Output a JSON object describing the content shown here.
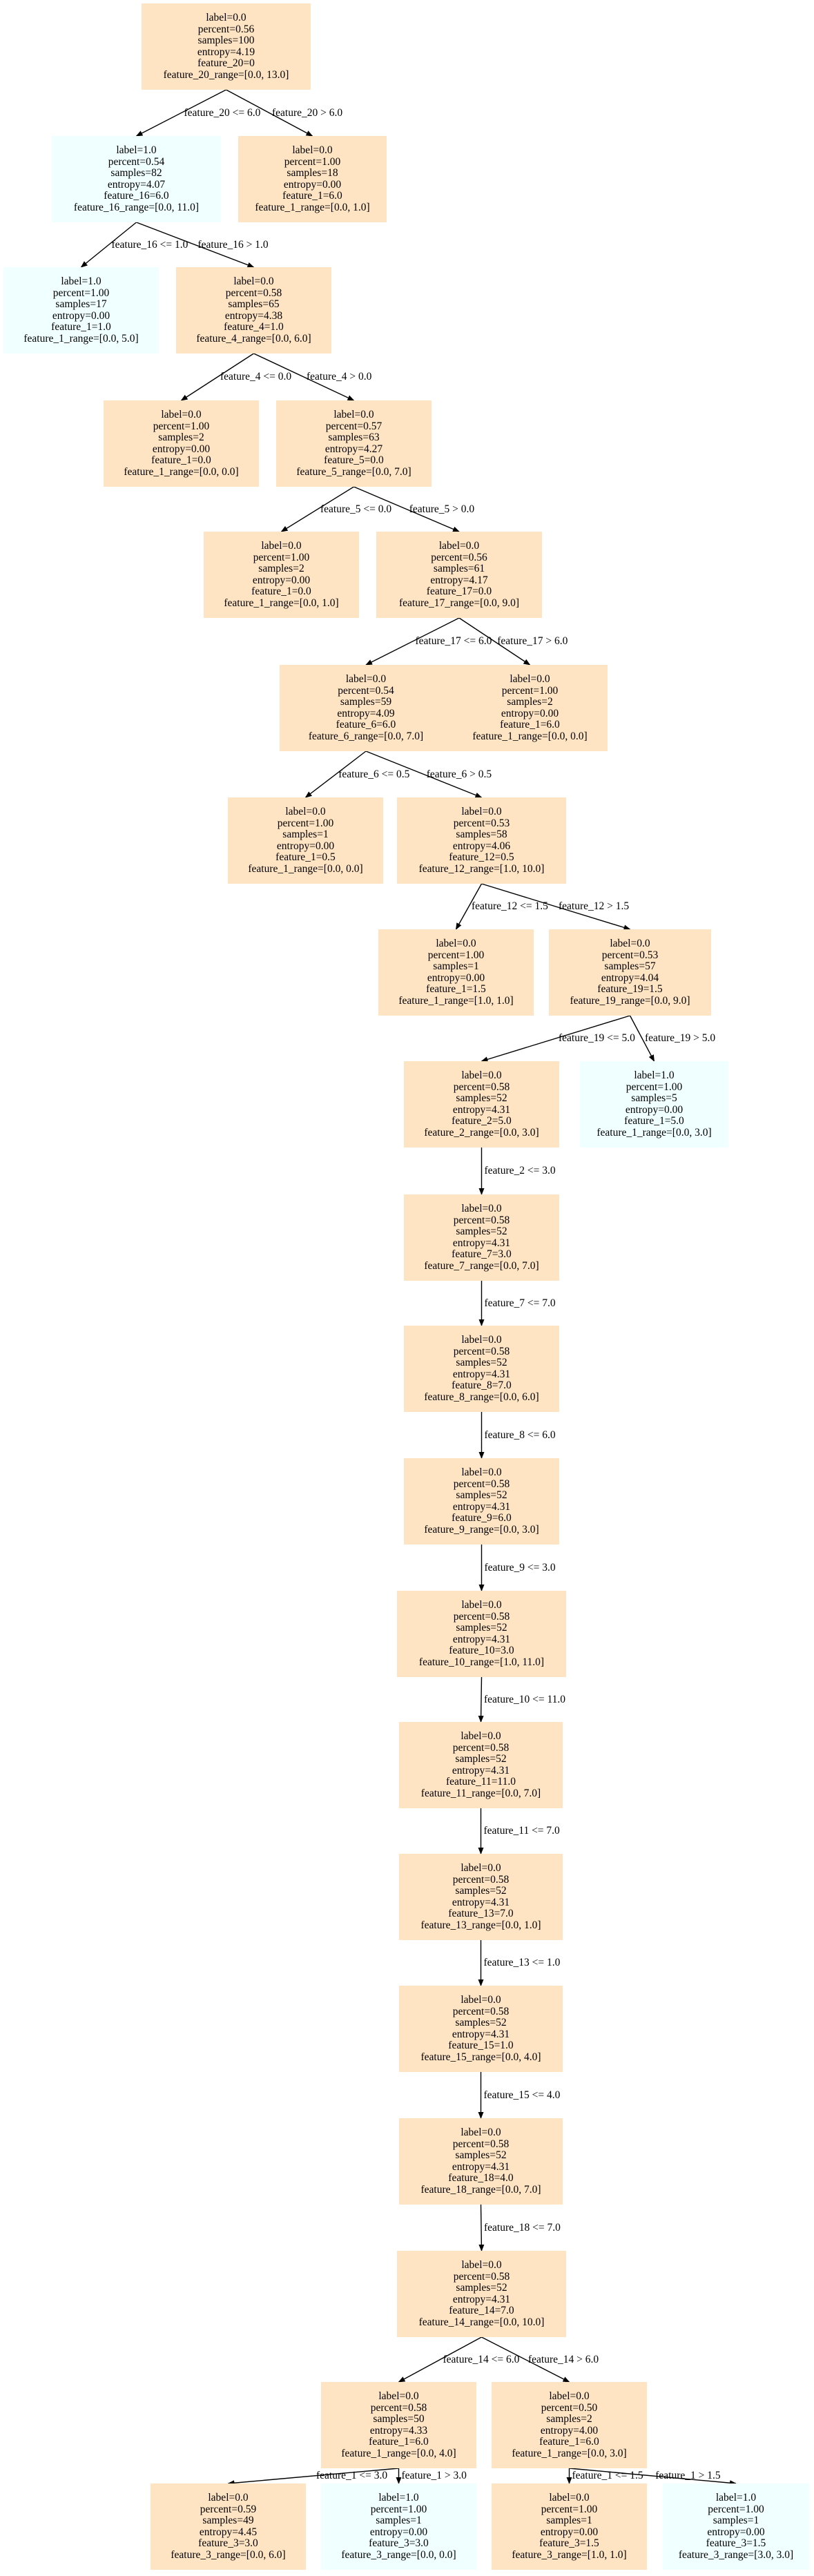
{
  "nodes": [
    {
      "id": "n0",
      "label_class": 0,
      "lines": [
        "label=0.0",
        "percent=0.56",
        "samples=100",
        "entropy=4.19",
        "feature_20=0",
        "feature_20_range=[0.0, 13.0]"
      ]
    },
    {
      "id": "n1",
      "label_class": 1,
      "lines": [
        "label=1.0",
        "percent=0.54",
        "samples=82",
        "entropy=4.07",
        "feature_16=6.0",
        "feature_16_range=[0.0, 11.0]"
      ]
    },
    {
      "id": "n2",
      "label_class": 0,
      "lines": [
        "label=0.0",
        "percent=1.00",
        "samples=18",
        "entropy=0.00",
        "feature_1=6.0",
        "feature_1_range=[0.0, 1.0]"
      ]
    },
    {
      "id": "n3",
      "label_class": 1,
      "lines": [
        "label=1.0",
        "percent=1.00",
        "samples=17",
        "entropy=0.00",
        "feature_1=1.0",
        "feature_1_range=[0.0, 5.0]"
      ]
    },
    {
      "id": "n4",
      "label_class": 0,
      "lines": [
        "label=0.0",
        "percent=0.58",
        "samples=65",
        "entropy=4.38",
        "feature_4=1.0",
        "feature_4_range=[0.0, 6.0]"
      ]
    },
    {
      "id": "n5",
      "label_class": 0,
      "lines": [
        "label=0.0",
        "percent=1.00",
        "samples=2",
        "entropy=0.00",
        "feature_1=0.0",
        "feature_1_range=[0.0, 0.0]"
      ]
    },
    {
      "id": "n6",
      "label_class": 0,
      "lines": [
        "label=0.0",
        "percent=0.57",
        "samples=63",
        "entropy=4.27",
        "feature_5=0.0",
        "feature_5_range=[0.0, 7.0]"
      ]
    },
    {
      "id": "n7",
      "label_class": 0,
      "lines": [
        "label=0.0",
        "percent=1.00",
        "samples=2",
        "entropy=0.00",
        "feature_1=0.0",
        "feature_1_range=[0.0, 1.0]"
      ]
    },
    {
      "id": "n8",
      "label_class": 0,
      "lines": [
        "label=0.0",
        "percent=0.56",
        "samples=61",
        "entropy=4.17",
        "feature_17=0.0",
        "feature_17_range=[0.0, 9.0]"
      ]
    },
    {
      "id": "n9",
      "label_class": 0,
      "lines": [
        "label=0.0",
        "percent=0.54",
        "samples=59",
        "entropy=4.09",
        "feature_6=6.0",
        "feature_6_range=[0.0, 7.0]"
      ]
    },
    {
      "id": "n10",
      "label_class": 0,
      "lines": [
        "label=0.0",
        "percent=1.00",
        "samples=2",
        "entropy=0.00",
        "feature_1=6.0",
        "feature_1_range=[0.0, 0.0]"
      ]
    },
    {
      "id": "n11",
      "label_class": 0,
      "lines": [
        "label=0.0",
        "percent=1.00",
        "samples=1",
        "entropy=0.00",
        "feature_1=0.5",
        "feature_1_range=[0.0, 0.0]"
      ]
    },
    {
      "id": "n12",
      "label_class": 0,
      "lines": [
        "label=0.0",
        "percent=0.53",
        "samples=58",
        "entropy=4.06",
        "feature_12=0.5",
        "feature_12_range=[1.0, 10.0]"
      ]
    },
    {
      "id": "n13",
      "label_class": 0,
      "lines": [
        "label=0.0",
        "percent=1.00",
        "samples=1",
        "entropy=0.00",
        "feature_1=1.5",
        "feature_1_range=[1.0, 1.0]"
      ]
    },
    {
      "id": "n14",
      "label_class": 0,
      "lines": [
        "label=0.0",
        "percent=0.53",
        "samples=57",
        "entropy=4.04",
        "feature_19=1.5",
        "feature_19_range=[0.0, 9.0]"
      ]
    },
    {
      "id": "n15",
      "label_class": 0,
      "lines": [
        "label=0.0",
        "percent=0.58",
        "samples=52",
        "entropy=4.31",
        "feature_2=5.0",
        "feature_2_range=[0.0, 3.0]"
      ]
    },
    {
      "id": "n16",
      "label_class": 1,
      "lines": [
        "label=1.0",
        "percent=1.00",
        "samples=5",
        "entropy=0.00",
        "feature_1=5.0",
        "feature_1_range=[0.0, 3.0]"
      ]
    },
    {
      "id": "n17",
      "label_class": 0,
      "lines": [
        "label=0.0",
        "percent=0.58",
        "samples=52",
        "entropy=4.31",
        "feature_7=3.0",
        "feature_7_range=[0.0, 7.0]"
      ]
    },
    {
      "id": "n18",
      "label_class": 0,
      "lines": [
        "label=0.0",
        "percent=0.58",
        "samples=52",
        "entropy=4.31",
        "feature_8=7.0",
        "feature_8_range=[0.0, 6.0]"
      ]
    },
    {
      "id": "n19",
      "label_class": 0,
      "lines": [
        "label=0.0",
        "percent=0.58",
        "samples=52",
        "entropy=4.31",
        "feature_9=6.0",
        "feature_9_range=[0.0, 3.0]"
      ]
    },
    {
      "id": "n20",
      "label_class": 0,
      "lines": [
        "label=0.0",
        "percent=0.58",
        "samples=52",
        "entropy=4.31",
        "feature_10=3.0",
        "feature_10_range=[1.0, 11.0]"
      ]
    },
    {
      "id": "n21",
      "label_class": 0,
      "lines": [
        "label=0.0",
        "percent=0.58",
        "samples=52",
        "entropy=4.31",
        "feature_11=11.0",
        "feature_11_range=[0.0, 7.0]"
      ]
    },
    {
      "id": "n22",
      "label_class": 0,
      "lines": [
        "label=0.0",
        "percent=0.58",
        "samples=52",
        "entropy=4.31",
        "feature_13=7.0",
        "feature_13_range=[0.0, 1.0]"
      ]
    },
    {
      "id": "n23",
      "label_class": 0,
      "lines": [
        "label=0.0",
        "percent=0.58",
        "samples=52",
        "entropy=4.31",
        "feature_15=1.0",
        "feature_15_range=[0.0, 4.0]"
      ]
    },
    {
      "id": "n24",
      "label_class": 0,
      "lines": [
        "label=0.0",
        "percent=0.58",
        "samples=52",
        "entropy=4.31",
        "feature_18=4.0",
        "feature_18_range=[0.0, 7.0]"
      ]
    },
    {
      "id": "n25",
      "label_class": 0,
      "lines": [
        "label=0.0",
        "percent=0.58",
        "samples=52",
        "entropy=4.31",
        "feature_14=7.0",
        "feature_14_range=[0.0, 10.0]"
      ]
    },
    {
      "id": "n26",
      "label_class": 0,
      "lines": [
        "label=0.0",
        "percent=0.58",
        "samples=50",
        "entropy=4.33",
        "feature_1=6.0",
        "feature_1_range=[0.0, 4.0]"
      ]
    },
    {
      "id": "n27",
      "label_class": 0,
      "lines": [
        "label=0.0",
        "percent=0.50",
        "samples=2",
        "entropy=4.00",
        "feature_1=6.0",
        "feature_1_range=[0.0, 3.0]"
      ]
    },
    {
      "id": "n28",
      "label_class": 0,
      "lines": [
        "label=0.0",
        "percent=0.59",
        "samples=49",
        "entropy=4.45",
        "feature_3=3.0",
        "feature_3_range=[0.0, 6.0]"
      ]
    },
    {
      "id": "n29",
      "label_class": 1,
      "lines": [
        "label=1.0",
        "percent=1.00",
        "samples=1",
        "entropy=0.00",
        "feature_3=3.0",
        "feature_3_range=[0.0, 0.0]"
      ]
    },
    {
      "id": "n30",
      "label_class": 0,
      "lines": [
        "label=0.0",
        "percent=1.00",
        "samples=1",
        "entropy=0.00",
        "feature_3=1.5",
        "feature_3_range=[1.0, 1.0]"
      ]
    },
    {
      "id": "n31",
      "label_class": 1,
      "lines": [
        "label=1.0",
        "percent=1.00",
        "samples=1",
        "entropy=0.00",
        "feature_3=1.5",
        "feature_3_range=[3.0, 3.0]"
      ]
    }
  ],
  "edges": [
    {
      "from": "n0",
      "to": "n1",
      "label": "feature_20 <= 6.0"
    },
    {
      "from": "n0",
      "to": "n2",
      "label": "feature_20 > 6.0"
    },
    {
      "from": "n1",
      "to": "n3",
      "label": "feature_16 <= 1.0"
    },
    {
      "from": "n1",
      "to": "n4",
      "label": "feature_16 > 1.0"
    },
    {
      "from": "n4",
      "to": "n5",
      "label": "feature_4 <= 0.0"
    },
    {
      "from": "n4",
      "to": "n6",
      "label": "feature_4 > 0.0"
    },
    {
      "from": "n6",
      "to": "n7",
      "label": "feature_5 <= 0.0"
    },
    {
      "from": "n6",
      "to": "n8",
      "label": "feature_5 > 0.0"
    },
    {
      "from": "n8",
      "to": "n9",
      "label": "feature_17 <= 6.0"
    },
    {
      "from": "n8",
      "to": "n10",
      "label": "feature_17 > 6.0"
    },
    {
      "from": "n9",
      "to": "n11",
      "label": "feature_6 <= 0.5"
    },
    {
      "from": "n9",
      "to": "n12",
      "label": "feature_6 > 0.5"
    },
    {
      "from": "n12",
      "to": "n13",
      "label": "feature_12 <= 1.5"
    },
    {
      "from": "n12",
      "to": "n14",
      "label": "feature_12 > 1.5"
    },
    {
      "from": "n14",
      "to": "n15",
      "label": "feature_19 <= 5.0"
    },
    {
      "from": "n14",
      "to": "n16",
      "label": "feature_19 > 5.0"
    },
    {
      "from": "n15",
      "to": "n17",
      "label": "feature_2 <= 3.0"
    },
    {
      "from": "n17",
      "to": "n18",
      "label": "feature_7 <= 7.0"
    },
    {
      "from": "n18",
      "to": "n19",
      "label": "feature_8 <= 6.0"
    },
    {
      "from": "n19",
      "to": "n20",
      "label": "feature_9 <= 3.0"
    },
    {
      "from": "n20",
      "to": "n21",
      "label": "feature_10 <= 11.0"
    },
    {
      "from": "n21",
      "to": "n22",
      "label": "feature_11 <= 7.0"
    },
    {
      "from": "n22",
      "to": "n23",
      "label": "feature_13 <= 1.0"
    },
    {
      "from": "n23",
      "to": "n24",
      "label": "feature_15 <= 4.0"
    },
    {
      "from": "n24",
      "to": "n25",
      "label": "feature_18 <= 7.0"
    },
    {
      "from": "n25",
      "to": "n26",
      "label": "feature_14 <= 6.0"
    },
    {
      "from": "n25",
      "to": "n27",
      "label": "feature_14 > 6.0"
    },
    {
      "from": "n26",
      "to": "n28",
      "label": "feature_1 <= 3.0"
    },
    {
      "from": "n26",
      "to": "n29",
      "label": "feature_1 > 3.0"
    },
    {
      "from": "n27",
      "to": "n30",
      "label": "feature_1 <= 1.5"
    },
    {
      "from": "n27",
      "to": "n31",
      "label": "feature_1 > 1.5"
    }
  ],
  "colors": {
    "label_0_fill": "#ffe4c4",
    "label_1_fill": "#f0ffff",
    "edge_stroke": "#000000"
  }
}
